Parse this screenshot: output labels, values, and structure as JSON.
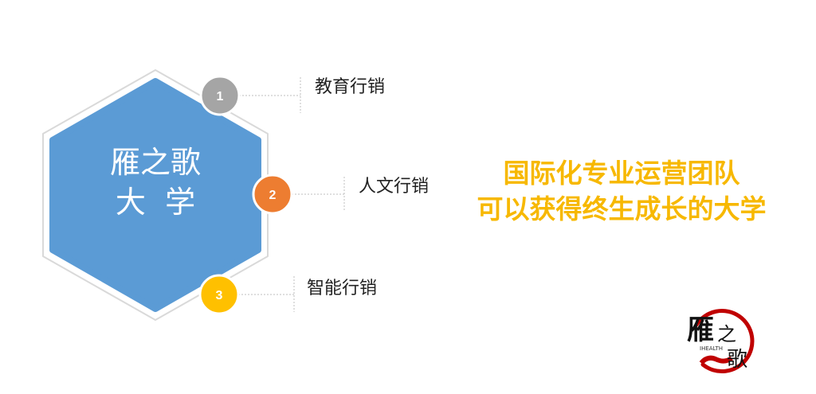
{
  "hexagon": {
    "line1": "雁之歌",
    "line2": "大  学",
    "color": "#5b9bd5"
  },
  "items": [
    {
      "number": "1",
      "label": "教育行销",
      "color": "#a5a5a5"
    },
    {
      "number": "2",
      "label": "人文行销",
      "color": "#ed7d31"
    },
    {
      "number": "3",
      "label": "智能行销",
      "color": "#ffc000"
    }
  ],
  "slogan": {
    "line1": "国际化专业运营团队",
    "line2": "可以获得终生成长的大学"
  },
  "logo": {
    "text_main": "雁之歌",
    "text_sub": "IHEALTH"
  }
}
